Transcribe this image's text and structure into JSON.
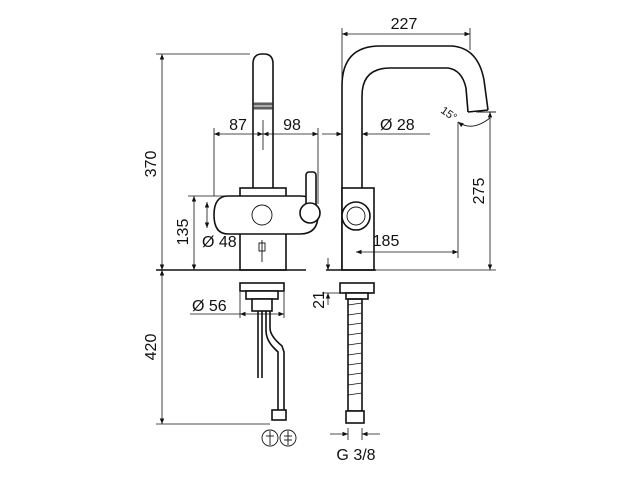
{
  "drawing": {
    "dimensions": {
      "d370": "370",
      "d420": "420",
      "d135": "135",
      "d87": "87",
      "d98": "98",
      "d48": "Ø 48",
      "d56": "Ø 56",
      "d227": "227",
      "d28": "Ø 28",
      "d15": "15°",
      "d275": "275",
      "d185": "185",
      "d21": "21",
      "thread": "G 3/8"
    },
    "symbols": {
      "left_inlet": "cold-water-symbol",
      "right_inlet": "hot-water-symbol"
    }
  }
}
